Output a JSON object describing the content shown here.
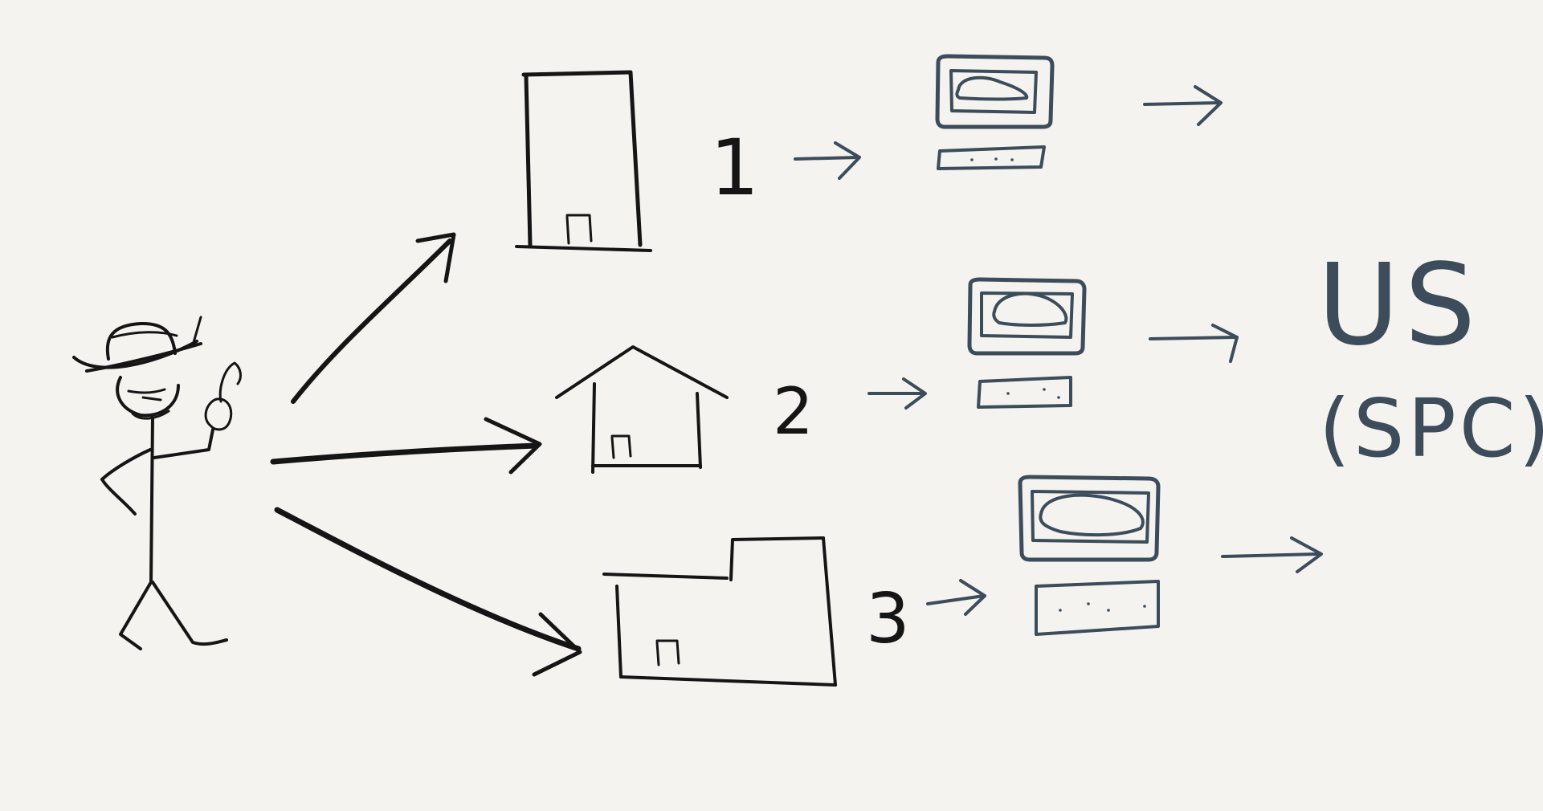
{
  "colors": {
    "background": "#f4f3ef",
    "ink": "#151515",
    "computer_ink": "#3c4c5a"
  },
  "flows": [
    {
      "label": "1",
      "building": "tall-office-building-icon"
    },
    {
      "label": "2",
      "building": "house-icon"
    },
    {
      "label": "3",
      "building": "warehouse-icon"
    }
  ],
  "destination": {
    "title": "US",
    "subtitle": "(SPC)"
  },
  "icons": [
    "stick-figure-person-icon",
    "cowboy-hat-icon",
    "computer-terminal-icon",
    "arrow-icon"
  ]
}
